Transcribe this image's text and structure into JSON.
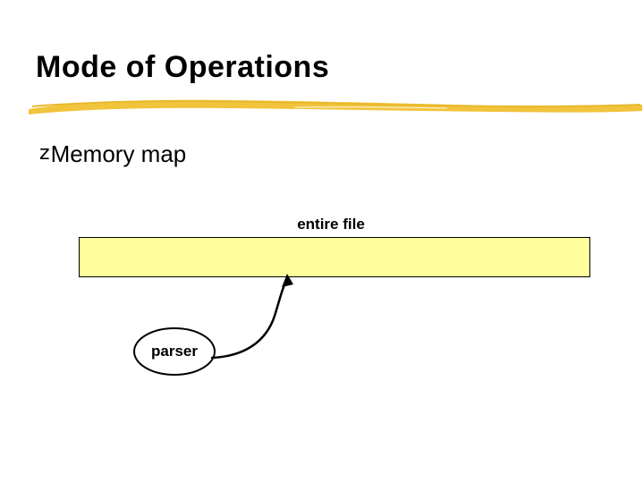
{
  "slide": {
    "title": "Mode of Operations",
    "bullet": {
      "glyph": "z",
      "text": "Memory map"
    },
    "diagram": {
      "file_label": "entire file",
      "parser_label": "parser",
      "box_fill": "#ffff9e",
      "box_stroke": "#000000",
      "arrow_color": "#000000"
    },
    "accent_color": "#f2c43d",
    "background_color": "#ffffff",
    "text_color": "#000000"
  }
}
